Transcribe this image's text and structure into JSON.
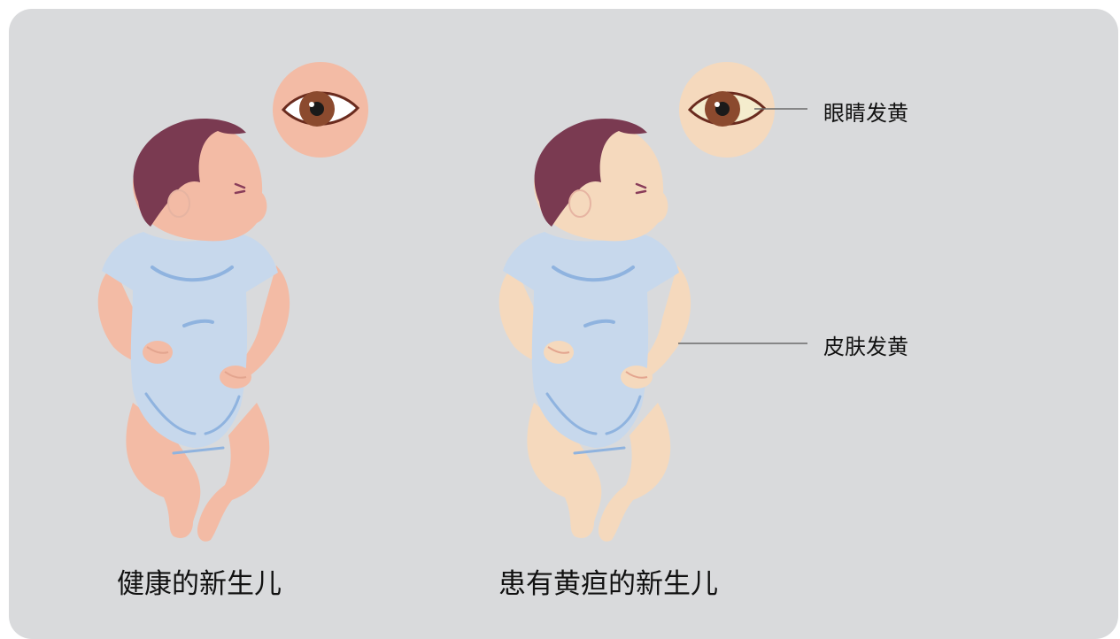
{
  "labels": {
    "healthy": "健康的新生儿",
    "jaundiced": "患有黄疸的新生儿",
    "eyes_yellow": "眼睛发黄",
    "skin_yellow": "皮肤发黄"
  },
  "colors": {
    "background": "#d9dadc",
    "healthy_skin": "#f3bba5",
    "jaundice_skin": "#f5d9bd",
    "hair": "#7a3a51",
    "bodysuit": "#c7d8ec",
    "bodysuit_lines": "#8fb3df",
    "iris": "#8b4a2e"
  }
}
